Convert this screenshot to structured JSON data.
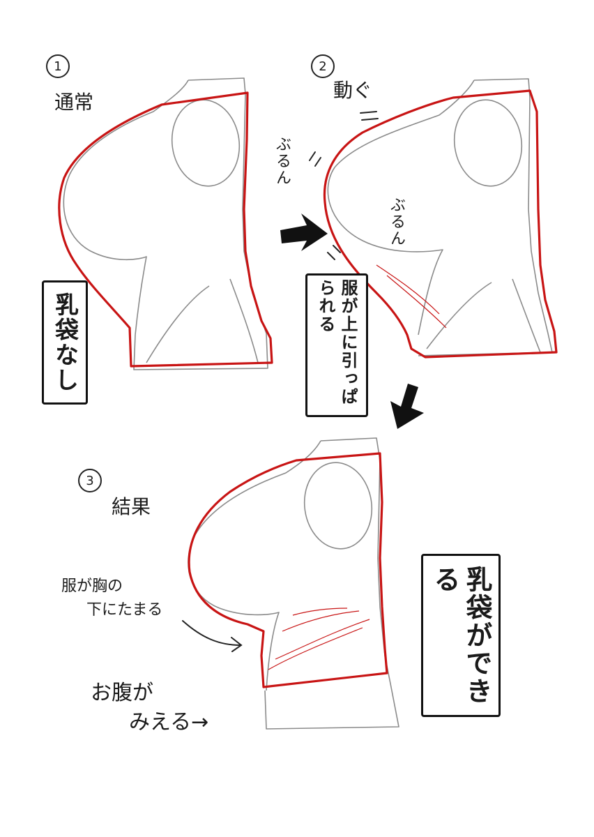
{
  "steps": [
    {
      "number": "1",
      "title": "通常"
    },
    {
      "number": "2",
      "title": "動ぐ"
    },
    {
      "number": "3",
      "title": "結果"
    }
  ],
  "boxes": {
    "no_pouch": "乳袋なし",
    "clothes_pulled_up": "服が上に引っぱられる",
    "pouch_forms": "乳袋ができる"
  },
  "sfx": {
    "bounce_outer": "ぶるん",
    "bounce_inner": "ぶるん"
  },
  "notes": {
    "gather_line1": "服が胸の",
    "gather_line2": "下にたまる",
    "belly_line1": "お腹が",
    "belly_line2": "みえる→"
  },
  "colors": {
    "outline": "#c81414",
    "sketch": "#8a8a8a",
    "ink": "#111111"
  }
}
